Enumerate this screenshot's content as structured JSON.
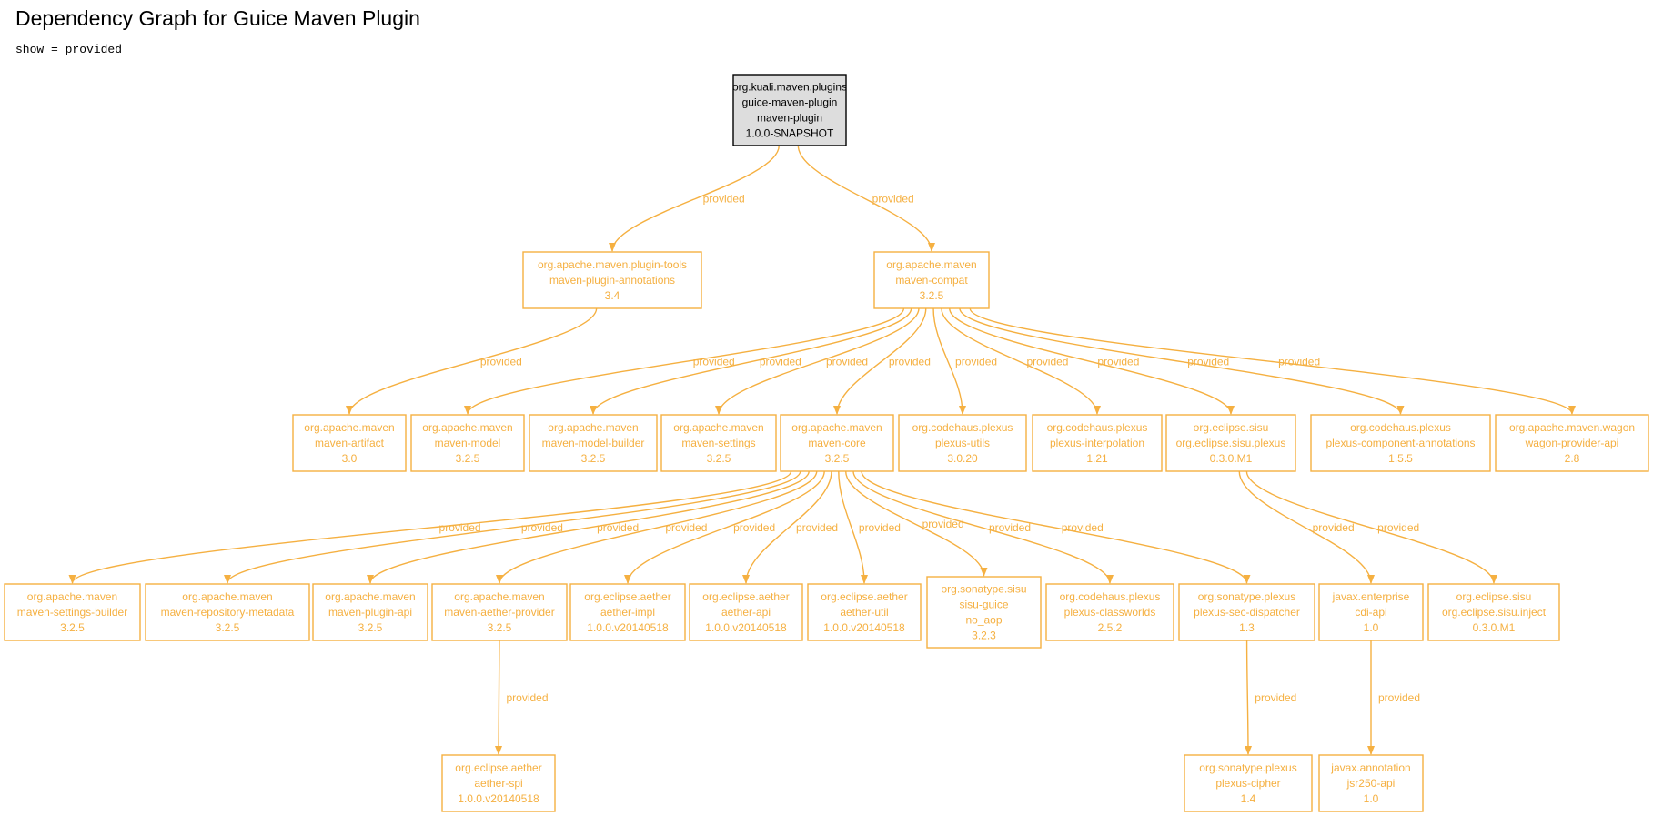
{
  "title": "Dependency Graph for Guice Maven Plugin",
  "filter": "show = provided",
  "colors": {
    "edge": "#f5b041",
    "root_fill": "#dddddd",
    "root_stroke": "#000000"
  },
  "nodes": [
    {
      "id": "root",
      "lines": [
        "org.kuali.maven.plugins",
        "guice-maven-plugin",
        "maven-plugin",
        "1.0.0-SNAPSHOT"
      ],
      "root": true
    },
    {
      "id": "plugin-annotations",
      "lines": [
        "org.apache.maven.plugin-tools",
        "maven-plugin-annotations",
        "3.4"
      ]
    },
    {
      "id": "maven-compat",
      "lines": [
        "org.apache.maven",
        "maven-compat",
        "3.2.5"
      ]
    },
    {
      "id": "maven-artifact",
      "lines": [
        "org.apache.maven",
        "maven-artifact",
        "3.0"
      ]
    },
    {
      "id": "maven-model",
      "lines": [
        "org.apache.maven",
        "maven-model",
        "3.2.5"
      ]
    },
    {
      "id": "maven-model-builder",
      "lines": [
        "org.apache.maven",
        "maven-model-builder",
        "3.2.5"
      ]
    },
    {
      "id": "maven-settings",
      "lines": [
        "org.apache.maven",
        "maven-settings",
        "3.2.5"
      ]
    },
    {
      "id": "maven-core",
      "lines": [
        "org.apache.maven",
        "maven-core",
        "3.2.5"
      ]
    },
    {
      "id": "plexus-utils",
      "lines": [
        "org.codehaus.plexus",
        "plexus-utils",
        "3.0.20"
      ]
    },
    {
      "id": "plexus-interpolation",
      "lines": [
        "org.codehaus.plexus",
        "plexus-interpolation",
        "1.21"
      ]
    },
    {
      "id": "sisu-plexus",
      "lines": [
        "org.eclipse.sisu",
        "org.eclipse.sisu.plexus",
        "0.3.0.M1"
      ]
    },
    {
      "id": "plexus-component-annotations",
      "lines": [
        "org.codehaus.plexus",
        "plexus-component-annotations",
        "1.5.5"
      ]
    },
    {
      "id": "wagon-provider-api",
      "lines": [
        "org.apache.maven.wagon",
        "wagon-provider-api",
        "2.8"
      ]
    },
    {
      "id": "maven-settings-builder",
      "lines": [
        "org.apache.maven",
        "maven-settings-builder",
        "3.2.5"
      ]
    },
    {
      "id": "maven-repository-metadata",
      "lines": [
        "org.apache.maven",
        "maven-repository-metadata",
        "3.2.5"
      ]
    },
    {
      "id": "maven-plugin-api",
      "lines": [
        "org.apache.maven",
        "maven-plugin-api",
        "3.2.5"
      ]
    },
    {
      "id": "maven-aether-provider",
      "lines": [
        "org.apache.maven",
        "maven-aether-provider",
        "3.2.5"
      ]
    },
    {
      "id": "aether-impl",
      "lines": [
        "org.eclipse.aether",
        "aether-impl",
        "1.0.0.v20140518"
      ]
    },
    {
      "id": "aether-api",
      "lines": [
        "org.eclipse.aether",
        "aether-api",
        "1.0.0.v20140518"
      ]
    },
    {
      "id": "aether-util",
      "lines": [
        "org.eclipse.aether",
        "aether-util",
        "1.0.0.v20140518"
      ]
    },
    {
      "id": "sisu-guice",
      "lines": [
        "org.sonatype.sisu",
        "sisu-guice",
        "no_aop",
        "3.2.3"
      ]
    },
    {
      "id": "plexus-classworlds",
      "lines": [
        "org.codehaus.plexus",
        "plexus-classworlds",
        "2.5.2"
      ]
    },
    {
      "id": "plexus-sec-dispatcher",
      "lines": [
        "org.sonatype.plexus",
        "plexus-sec-dispatcher",
        "1.3"
      ]
    },
    {
      "id": "cdi-api",
      "lines": [
        "javax.enterprise",
        "cdi-api",
        "1.0"
      ]
    },
    {
      "id": "sisu-inject",
      "lines": [
        "org.eclipse.sisu",
        "org.eclipse.sisu.inject",
        "0.3.0.M1"
      ]
    },
    {
      "id": "aether-spi",
      "lines": [
        "org.eclipse.aether",
        "aether-spi",
        "1.0.0.v20140518"
      ]
    },
    {
      "id": "plexus-cipher",
      "lines": [
        "org.sonatype.plexus",
        "plexus-cipher",
        "1.4"
      ]
    },
    {
      "id": "jsr250-api",
      "lines": [
        "javax.annotation",
        "jsr250-api",
        "1.0"
      ]
    }
  ],
  "edges": [
    {
      "from": "root",
      "to": "plugin-annotations",
      "label": "provided"
    },
    {
      "from": "root",
      "to": "maven-compat",
      "label": "provided"
    },
    {
      "from": "plugin-annotations",
      "to": "maven-artifact",
      "label": "provided"
    },
    {
      "from": "maven-compat",
      "to": "maven-model",
      "label": "provided"
    },
    {
      "from": "maven-compat",
      "to": "maven-model-builder",
      "label": "provided"
    },
    {
      "from": "maven-compat",
      "to": "maven-settings",
      "label": "provided"
    },
    {
      "from": "maven-compat",
      "to": "maven-core",
      "label": "provided"
    },
    {
      "from": "maven-compat",
      "to": "plexus-utils",
      "label": "provided"
    },
    {
      "from": "maven-compat",
      "to": "plexus-interpolation",
      "label": "provided"
    },
    {
      "from": "maven-compat",
      "to": "sisu-plexus",
      "label": "provided"
    },
    {
      "from": "maven-compat",
      "to": "plexus-component-annotations",
      "label": "provided"
    },
    {
      "from": "maven-compat",
      "to": "wagon-provider-api",
      "label": "provided"
    },
    {
      "from": "maven-core",
      "to": "maven-settings-builder",
      "label": "provided"
    },
    {
      "from": "maven-core",
      "to": "maven-repository-metadata",
      "label": "provided"
    },
    {
      "from": "maven-core",
      "to": "maven-plugin-api",
      "label": "provided"
    },
    {
      "from": "maven-core",
      "to": "maven-aether-provider",
      "label": "provided"
    },
    {
      "from": "maven-core",
      "to": "aether-impl",
      "label": "provided"
    },
    {
      "from": "maven-core",
      "to": "aether-api",
      "label": "provided"
    },
    {
      "from": "maven-core",
      "to": "aether-util",
      "label": "provided"
    },
    {
      "from": "maven-core",
      "to": "sisu-guice",
      "label": "provided"
    },
    {
      "from": "maven-core",
      "to": "plexus-classworlds",
      "label": "provided"
    },
    {
      "from": "maven-core",
      "to": "plexus-sec-dispatcher",
      "label": "provided"
    },
    {
      "from": "sisu-plexus",
      "to": "cdi-api",
      "label": "provided"
    },
    {
      "from": "sisu-plexus",
      "to": "sisu-inject",
      "label": "provided"
    },
    {
      "from": "maven-aether-provider",
      "to": "aether-spi",
      "label": "provided"
    },
    {
      "from": "plexus-sec-dispatcher",
      "to": "plexus-cipher",
      "label": "provided"
    },
    {
      "from": "cdi-api",
      "to": "jsr250-api",
      "label": "provided"
    }
  ]
}
